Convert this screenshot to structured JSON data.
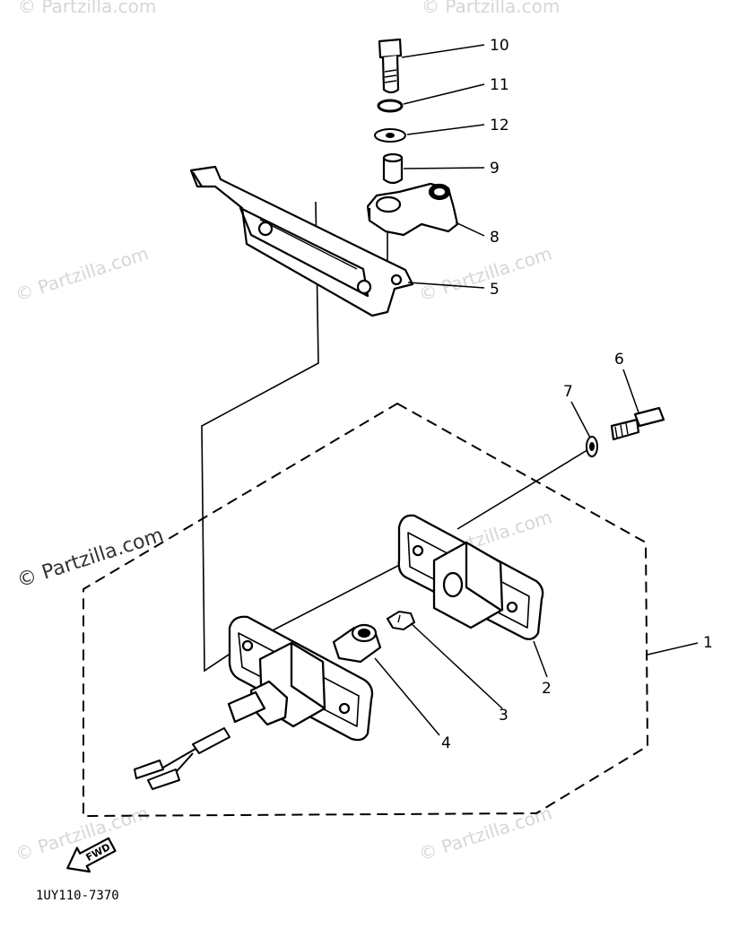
{
  "diagram": {
    "drawing_code": "1UY110-7370",
    "fwd_label": "FWD",
    "watermark": "© Partzilla.com",
    "callouts": [
      "1",
      "2",
      "3",
      "4",
      "5",
      "6",
      "7",
      "8",
      "9",
      "10",
      "11",
      "12"
    ]
  }
}
